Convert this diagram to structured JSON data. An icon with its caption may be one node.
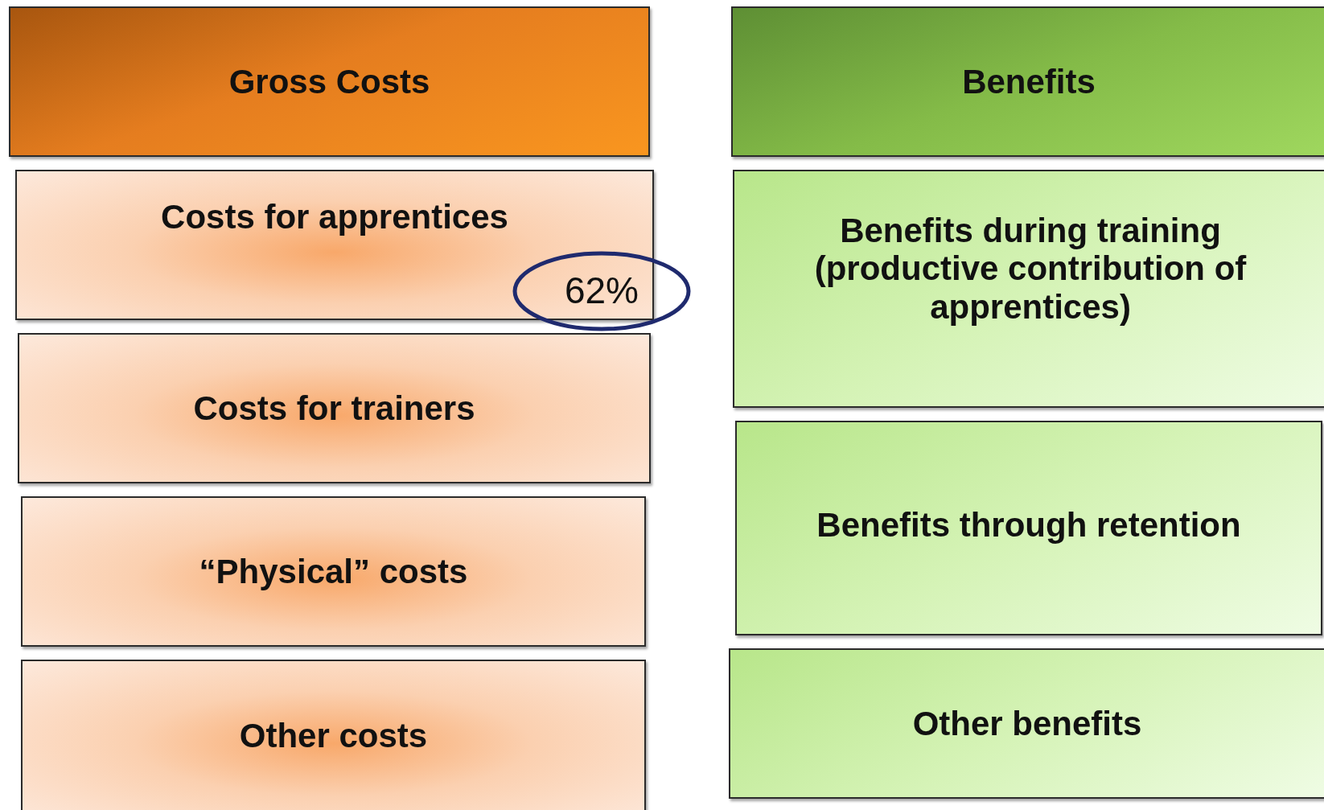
{
  "diagram": {
    "nodes": [
      {
        "text": [
          "Gross Costs"
        ]
      },
      {
        "text": [
          "Costs for apprentices"
        ]
      },
      {
        "text": [
          "62%"
        ]
      },
      {
        "text": [
          "Costs for trainers"
        ]
      },
      {
        "text": [
          "“Physical” costs"
        ]
      },
      {
        "text": [
          "Other costs"
        ]
      },
      {
        "text": [
          "Benefits"
        ]
      },
      {
        "text": [
          "Benefits during training (productive contribution of apprentices)"
        ]
      },
      {
        "text": [
          "Benefits through retention"
        ]
      },
      {
        "text": [
          "Other benefits"
        ]
      }
    ]
  }
}
